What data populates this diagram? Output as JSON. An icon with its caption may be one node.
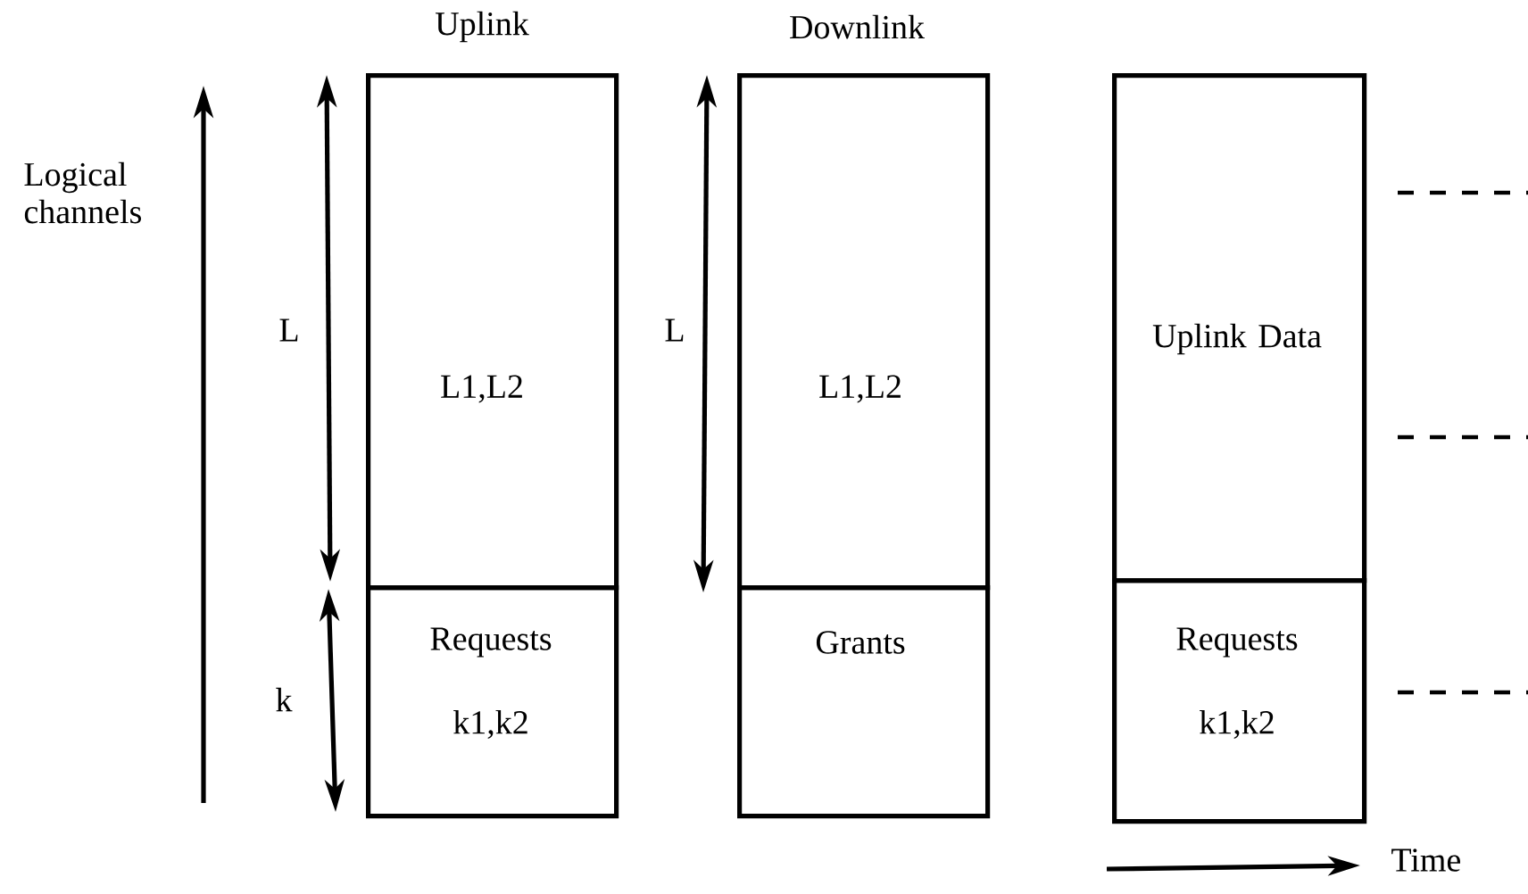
{
  "diagram": {
    "nodes": [
      {
        "text": [
          "Uplink",
          "L1,L2"
        ]
      },
      {
        "text": [
          "Requests",
          "k1,k2"
        ]
      },
      {
        "text": [
          "Downlink",
          "L1,L2"
        ]
      },
      {
        "text": [
          "Grants"
        ]
      },
      {
        "text": [
          "Uplink Data"
        ]
      },
      {
        "text": [
          "Requests",
          "k1,k2"
        ]
      }
    ],
    "labels": [
      "Logical channels",
      "L",
      "k",
      "L",
      "Time"
    ]
  }
}
